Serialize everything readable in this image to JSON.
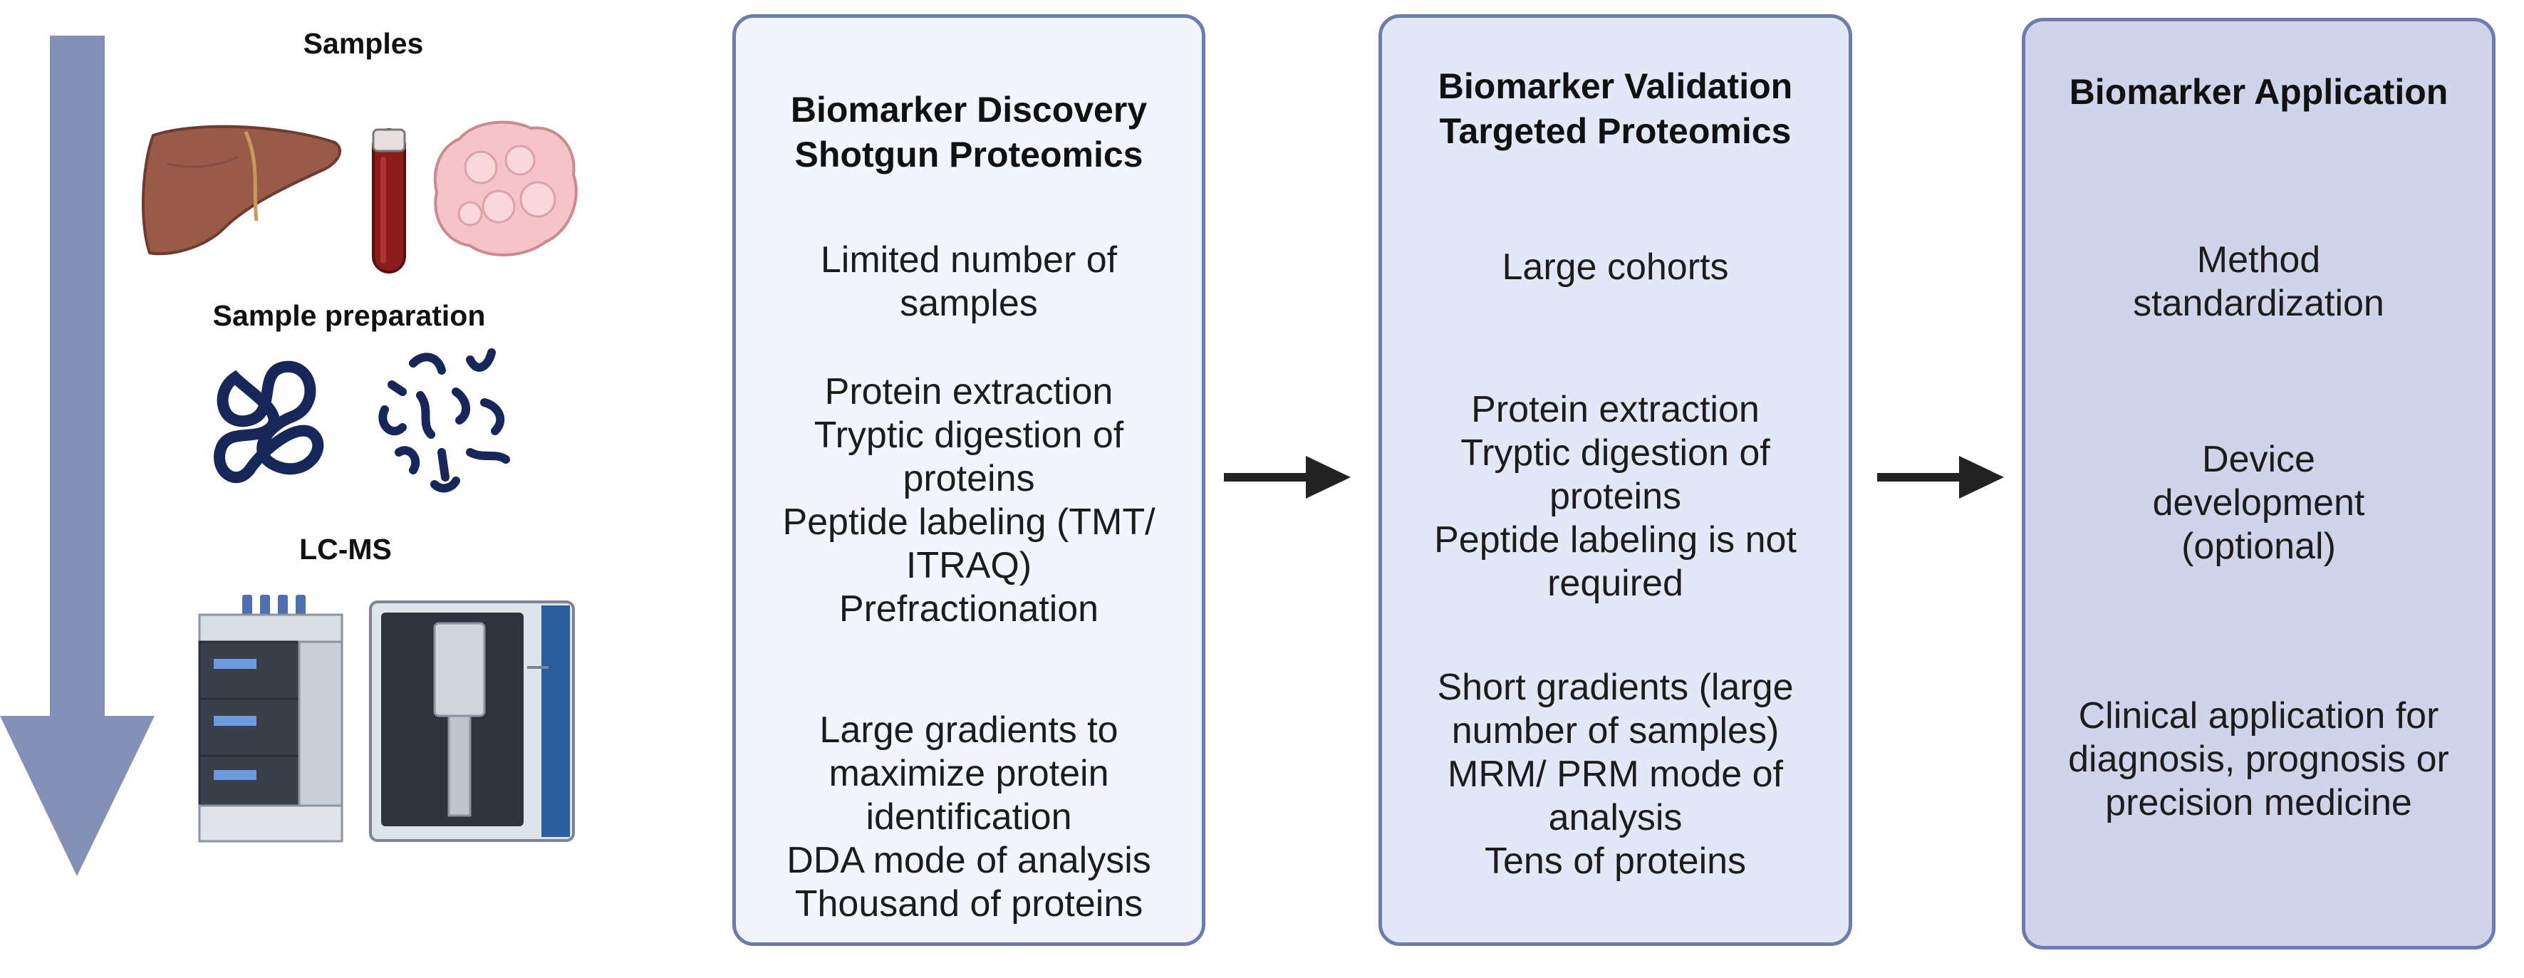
{
  "left": {
    "samples_label": "Samples",
    "prep_label": "Sample preparation",
    "lcms_label": "LC-MS"
  },
  "boxes": [
    {
      "title": [
        "Biomarker Discovery",
        "Shotgun Proteomics"
      ],
      "groups": [
        [
          "Limited number of",
          "samples"
        ],
        [
          "Protein extraction",
          "Tryptic digestion of",
          "proteins",
          "Peptide labeling (TMT/",
          "ITRAQ)",
          "Prefractionation"
        ],
        [
          "Large gradients to",
          "maximize protein",
          "identification",
          "DDA mode of analysis",
          "Thousand of proteins"
        ]
      ]
    },
    {
      "title": [
        "Biomarker Validation",
        "Targeted Proteomics"
      ],
      "groups": [
        [
          "Large cohorts"
        ],
        [
          "Protein extraction",
          "Tryptic digestion of",
          "proteins",
          "Peptide labeling is not",
          "required"
        ],
        [
          "Short gradients (large",
          "number of samples)",
          "MRM/ PRM mode of",
          "analysis",
          "Tens of proteins"
        ]
      ]
    },
    {
      "title": [
        "Biomarker Application"
      ],
      "groups": [
        [
          "Method",
          "standardization"
        ],
        [
          "Device",
          "development",
          "(optional)"
        ],
        [
          "Clinical application for",
          "diagnosis, prognosis or",
          "precision medicine"
        ]
      ]
    }
  ],
  "colors": {
    "arrow_blue": "#8590b6",
    "box_border": "#6d7cae",
    "box1_fill": "#f2f5fb",
    "box2_fill": "#e3e8f8",
    "box3_fill": "#cfd4ea",
    "liver": "#9a5a4a",
    "blood": "#8c1b1b",
    "tissue": "#f5c4c8",
    "protein": "#17275a"
  },
  "icons": [
    "liver-icon",
    "blood-tube-icon",
    "tissue-icon",
    "folded-protein-icon",
    "digested-peptides-icon",
    "lc-instrument-icon",
    "ms-instrument-icon",
    "right-arrow-icon"
  ]
}
